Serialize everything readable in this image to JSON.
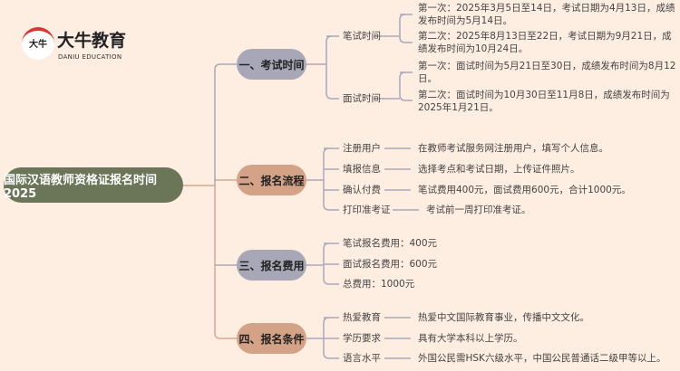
{
  "logo": {
    "mark": "大牛",
    "name": "大牛教育",
    "sub": "DANIU EDUCATION"
  },
  "root": "国际汉语教师资格证报名时间2025",
  "branches": [
    {
      "label": "一、考试时间",
      "children": [
        {
          "label": "笔试时间",
          "details": [
            "第一次：2025年3月5日至14日，考试日期为4月13日，成绩发布时间为5月14日。",
            "第二次：2025年8月13日至22日，考试日期为9月21日，成绩发布时间为10月24日。"
          ]
        },
        {
          "label": "面试时间",
          "details": [
            "第一次：面试时间为5月21日至30日，成绩发布时间为8月12日。",
            "第二次：面试时间为10月30日至11月8日，成绩发布时间为2025年1月21日。"
          ]
        }
      ]
    },
    {
      "label": "二、报名流程",
      "children": [
        {
          "label": "注册用户",
          "detail": "在教师考试服务网注册用户，填写个人信息。"
        },
        {
          "label": "填报信息",
          "detail": "选择考点和考试日期，上传证件照片。"
        },
        {
          "label": "确认付费",
          "detail": "笔试费用400元，面试费用600元，合计1000元。"
        },
        {
          "label": "打印准考证",
          "detail": "考试前一周打印准考证。"
        }
      ]
    },
    {
      "label": "三、报名费用",
      "children": [
        {
          "label": "笔试报名费用：400元"
        },
        {
          "label": "面试报名费用：600元"
        },
        {
          "label": "总费用：1000元"
        }
      ]
    },
    {
      "label": "四、报名条件",
      "children": [
        {
          "label": "热爱教育",
          "detail": "热爱中文国际教育事业，传播中文文化。"
        },
        {
          "label": "学历要求",
          "detail": "具有大学本科以上学历。"
        },
        {
          "label": "语言水平",
          "detail": "外国公民需HSK六级水平，中国公民普通话二级甲等以上。"
        }
      ]
    }
  ],
  "colors": {
    "background": "#feede1",
    "root": "#6b7558",
    "gray": "#a7a7b8",
    "tan": "#d4a286"
  }
}
